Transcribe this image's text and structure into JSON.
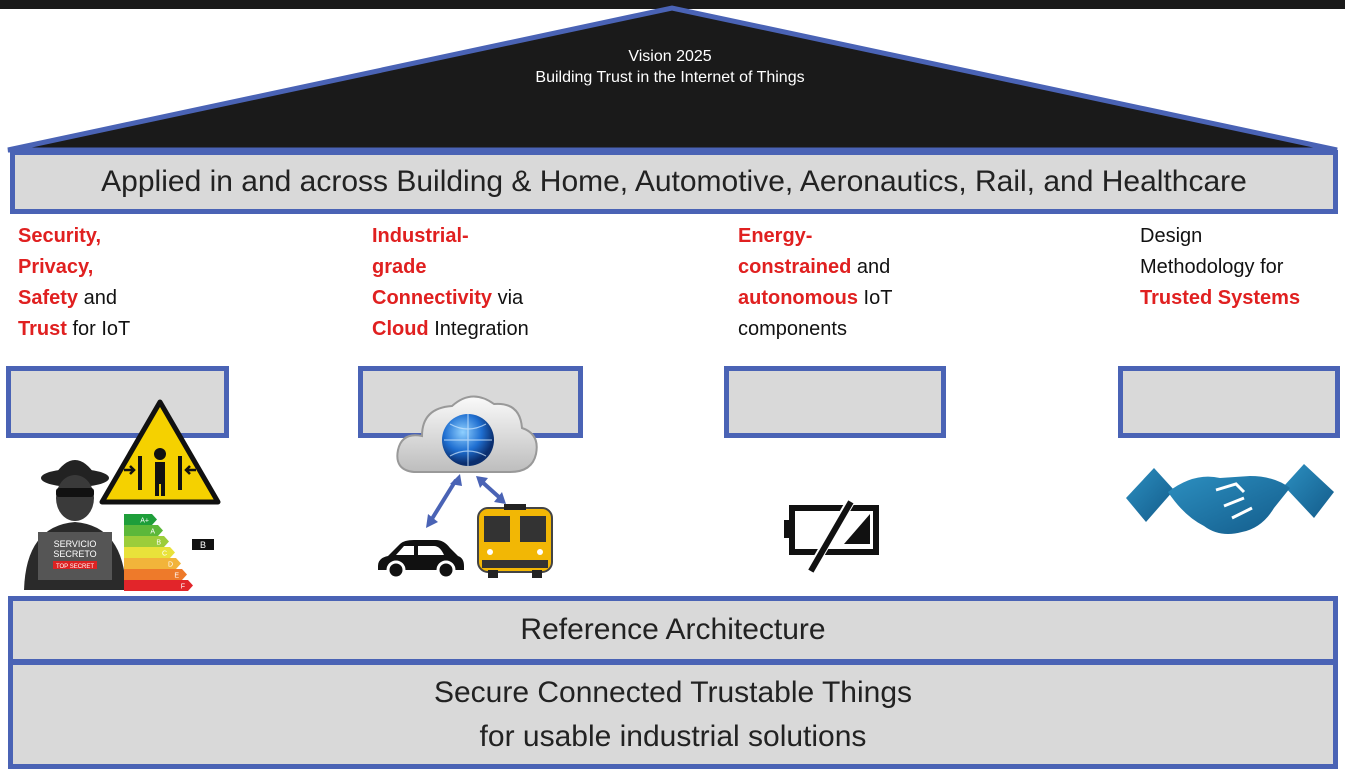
{
  "roof": {
    "line1": "Vision 2025",
    "line2": "Building Trust in the Internet of Things"
  },
  "applied_band": "Applied in and across Building & Home, Automotive, Aeronautics, Rail, and Healthcare",
  "pillars": [
    {
      "lines": [
        [
          {
            "t": "Security,",
            "hl": true
          }
        ],
        [
          {
            "t": "Privacy,",
            "hl": true
          }
        ],
        [
          {
            "t": "Safety",
            "hl": true
          },
          {
            "t": " and",
            "hl": false
          }
        ],
        [
          {
            "t": "Trust",
            "hl": true
          },
          {
            "t": " for IoT",
            "hl": false
          }
        ]
      ]
    },
    {
      "lines": [
        [
          {
            "t": "Industrial-",
            "hl": true
          }
        ],
        [
          {
            "t": "grade",
            "hl": true
          }
        ],
        [
          {
            "t": "Connectivity",
            "hl": true
          },
          {
            "t": " via",
            "hl": false
          }
        ],
        [
          {
            "t": "Cloud",
            "hl": true
          },
          {
            "t": " Integration",
            "hl": false
          }
        ]
      ]
    },
    {
      "lines": [
        [
          {
            "t": "Energy-",
            "hl": true
          }
        ],
        [
          {
            "t": "constrained",
            "hl": true
          },
          {
            "t": " and",
            "hl": false
          }
        ],
        [
          {
            "t": "autonomous",
            "hl": true
          },
          {
            "t": " IoT",
            "hl": false
          }
        ],
        [
          {
            "t": "components",
            "hl": false
          }
        ]
      ]
    },
    {
      "lines": [
        [
          {
            "t": "Design",
            "hl": false
          }
        ],
        [
          {
            "t": "Methodology for",
            "hl": false
          }
        ],
        [
          {
            "t": "Trusted Systems",
            "hl": true
          }
        ]
      ]
    }
  ],
  "icons": {
    "spy_text1": "SERVICIO",
    "spy_text2": "SECRETO",
    "spy_badge": "TOP SECRET",
    "energy_grades": [
      "A+",
      "A",
      "B",
      "C",
      "D",
      "E",
      "F"
    ],
    "energy_marker": "B",
    "pillar1_icons": [
      "spy-icon",
      "hazard-sign-icon",
      "energy-label-icon"
    ],
    "pillar2_icons": [
      "cloud-globe-icon",
      "car-icon",
      "train-icon"
    ],
    "pillar3_icons": [
      "low-battery-icon"
    ],
    "pillar4_icons": [
      "handshake-icon"
    ]
  },
  "reference_band": "Reference Architecture",
  "secure_band": {
    "line1": "Secure Connected Trustable Things",
    "line2": "for usable industrial solutions"
  },
  "colors": {
    "border_blue": "#4a63b5",
    "band_gray": "#d9d9d9",
    "highlight_red": "#e02020",
    "roof_fill": "#1a1a1a"
  }
}
